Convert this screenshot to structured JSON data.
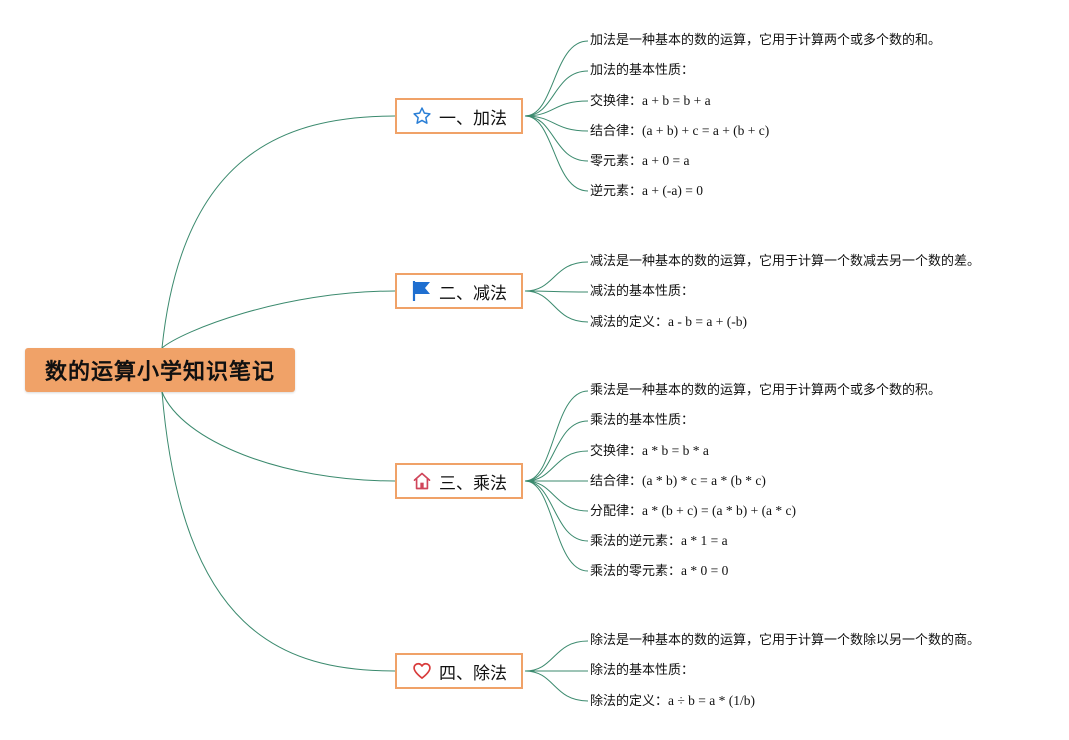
{
  "colors": {
    "root_fill": "#f0a268",
    "branch_border": "#f0a268",
    "connector": "#3b8a6e",
    "star_icon": "#2b7fd6",
    "flag_icon": "#1f6fd0",
    "home_icon": "#d0455a",
    "heart_icon": "#d83a3a"
  },
  "root": {
    "title": "数的运算小学知识笔记"
  },
  "branches": [
    {
      "label": "一、加法",
      "icon": "star-icon",
      "items": [
        {
          "text": "加法是一种基本的数的运算，它用于计算两个或多个数的和。"
        },
        {
          "text": "加法的基本性质："
        },
        {
          "term": "交换律：",
          "formula": "a + b = b + a"
        },
        {
          "term": "结合律：",
          "formula": "(a + b) + c = a + (b + c)"
        },
        {
          "term": "零元素：",
          "formula": "a + 0 = a"
        },
        {
          "term": "逆元素：",
          "formula": "a + (-a) = 0"
        }
      ]
    },
    {
      "label": "二、减法",
      "icon": "flag-icon",
      "items": [
        {
          "text": "减法是一种基本的数的运算，它用于计算一个数减去另一个数的差。"
        },
        {
          "text": "减法的基本性质："
        },
        {
          "term": "减法的定义：",
          "formula": "a - b = a + (-b)"
        }
      ]
    },
    {
      "label": "三、乘法",
      "icon": "home-icon",
      "items": [
        {
          "text": "乘法是一种基本的数的运算，它用于计算两个或多个数的积。"
        },
        {
          "text": "乘法的基本性质："
        },
        {
          "term": "交换律：",
          "formula": "a * b = b * a"
        },
        {
          "term": "结合律：",
          "formula": "(a * b) * c = a * (b * c)"
        },
        {
          "term": "分配律：",
          "formula": "a * (b + c) = (a * b) + (a * c)"
        },
        {
          "term": "乘法的逆元素：",
          "formula": "a * 1 = a"
        },
        {
          "term": "乘法的零元素：",
          "formula": "a * 0 = 0"
        }
      ]
    },
    {
      "label": "四、除法",
      "icon": "heart-icon",
      "items": [
        {
          "text": "除法是一种基本的数的运算，它用于计算一个数除以另一个数的商。"
        },
        {
          "text": "除法的基本性质："
        },
        {
          "term": "除法的定义：",
          "formula": "a ÷ b = a * (1/b)"
        }
      ]
    }
  ]
}
